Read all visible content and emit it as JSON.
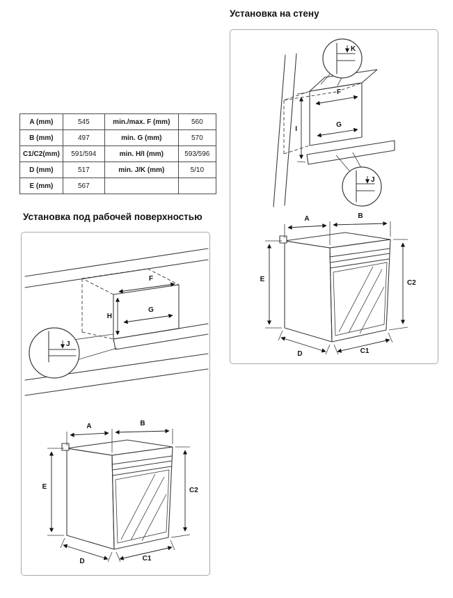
{
  "dimensions_table": {
    "rows": [
      [
        "A (mm)",
        "545",
        "min./max. F (mm)",
        "560"
      ],
      [
        "B (mm)",
        "497",
        "min. G (mm)",
        "570"
      ],
      [
        "C1/C2(mm)",
        "591/594",
        "min. H/I (mm)",
        "593/596"
      ],
      [
        "D (mm)",
        "517",
        "min. J/K (mm)",
        "5/10"
      ],
      [
        "E (mm)",
        "567",
        "",
        ""
      ]
    ]
  },
  "wall_section": {
    "title": "Установка на стену",
    "diagram_labels": {
      "f": "F",
      "g": "G",
      "i": "I",
      "k": "K",
      "j": "J"
    },
    "oven_labels": {
      "a": "A",
      "b": "B",
      "e": "E",
      "c2": "C2",
      "d": "D",
      "c1": "C1"
    }
  },
  "worktop_section": {
    "title": "Установка под рабочей поверхностью",
    "diagram_labels": {
      "f": "F",
      "g": "G",
      "h": "H",
      "j": "J"
    },
    "oven_labels": {
      "a": "A",
      "b": "B",
      "e": "E",
      "c2": "C2",
      "d": "D",
      "c1": "C1"
    }
  }
}
